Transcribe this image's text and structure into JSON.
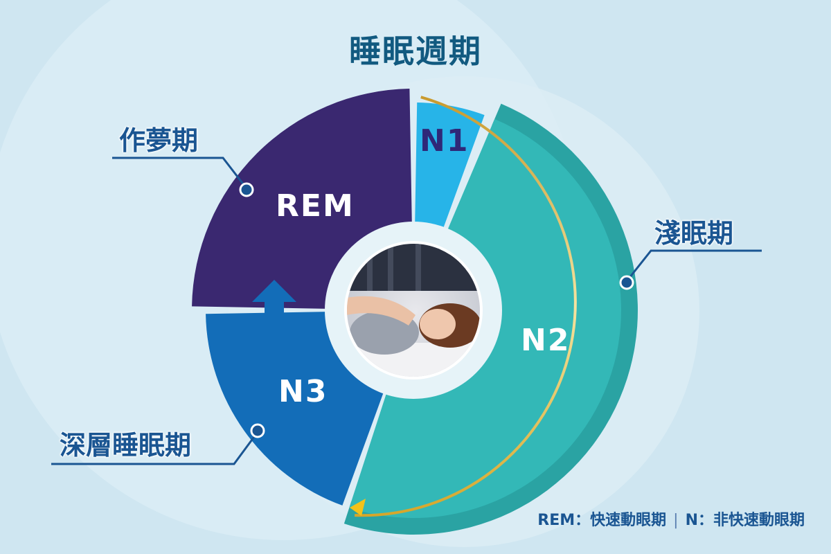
{
  "title": "睡眠週期",
  "segments": {
    "n1": {
      "label": "N1",
      "color": "#27b4e8"
    },
    "n2": {
      "label": "N2",
      "color": "#33b8b7"
    },
    "n3": {
      "label": "N3",
      "color": "#136db8"
    },
    "rem": {
      "label": "REM",
      "color": "#3a2870"
    }
  },
  "callouts": {
    "rem": "作夢期",
    "light": "淺眠期",
    "deep": "深層睡眠期"
  },
  "legend": {
    "rem": "REM：快速動眼期",
    "separator": "|",
    "n": "N：非快速動眼期"
  }
}
